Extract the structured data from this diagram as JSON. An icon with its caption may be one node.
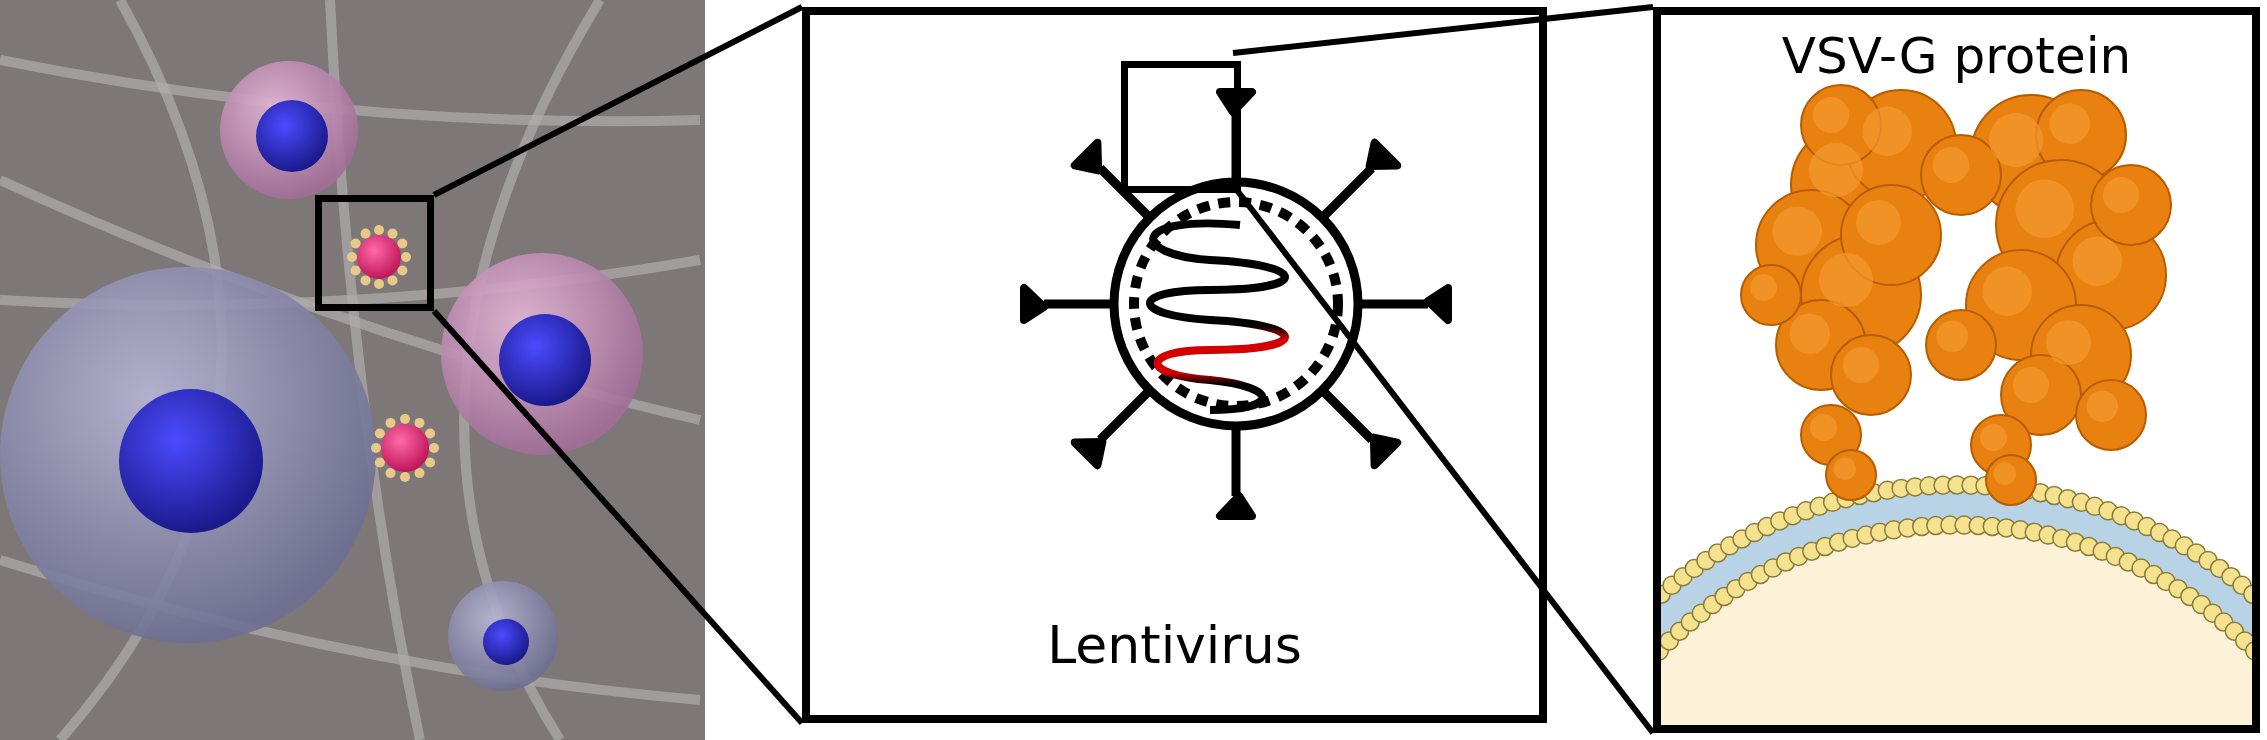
{
  "diagram": {
    "nodes": [
      {
        "text": [],
        "shape": "picture"
      },
      {
        "text": [],
        "shape": "box",
        "in": 0
      },
      {
        "text": [
          "Lentivirus"
        ]
      },
      {
        "text": [],
        "shape": "box",
        "in": 2
      },
      {
        "text": [
          "VSV-G protein"
        ]
      }
    ],
    "edges": [
      {
        "from": 1,
        "to": 2,
        "arrow": "none"
      },
      {
        "from": 1,
        "to": 2,
        "arrow": "none"
      },
      {
        "from": 3,
        "to": 4,
        "arrow": "none"
      },
      {
        "from": 3,
        "to": 4,
        "arrow": "none"
      }
    ]
  }
}
